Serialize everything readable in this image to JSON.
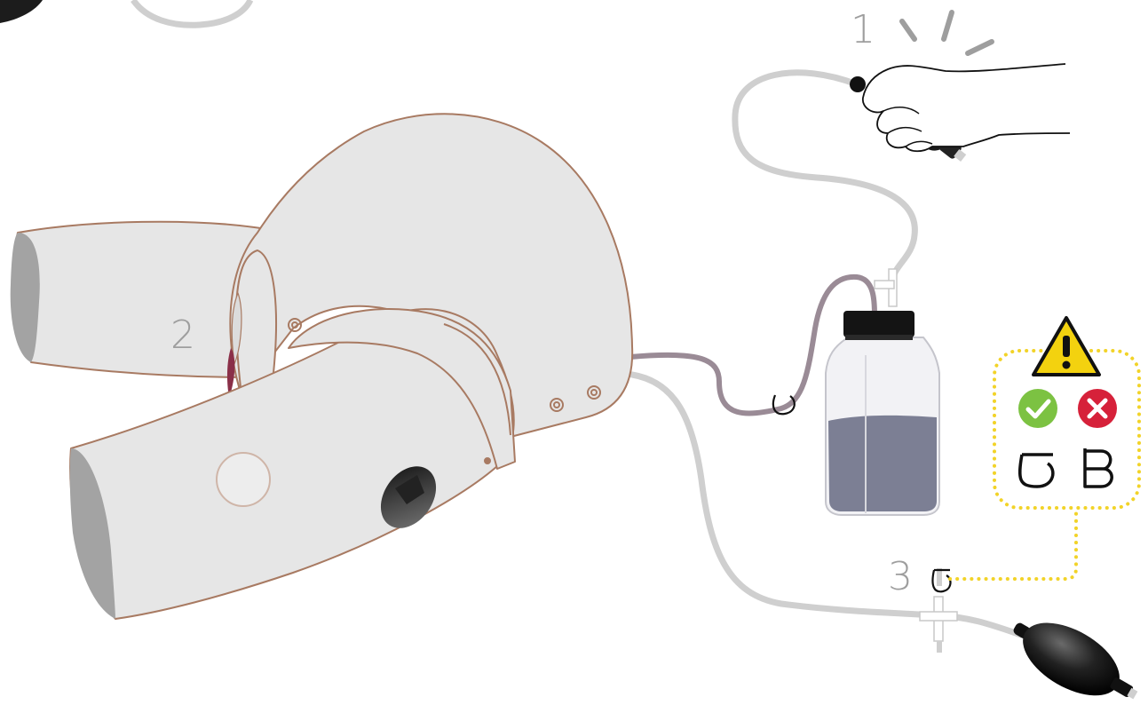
{
  "steps": {
    "step1": "1",
    "step2": "2",
    "step3": "3"
  },
  "colors": {
    "skin": "#e6e6e6",
    "outline": "#a87a62",
    "tube": "#cfcfcf",
    "fluid_tube": "#9a8b96",
    "fluid": "#7c7f94",
    "bleed": "#8a2f48",
    "warning": "#f3d20f",
    "ok": "#7cc242",
    "bad": "#d6213a",
    "callout_dots": "#f2d328"
  },
  "icons": {
    "warning": "warning-triangle-icon",
    "ok": "check-circle-icon",
    "bad": "cross-circle-icon",
    "clamp_open": "open-clamp-icon",
    "clamp_closed": "closed-clamp-icon"
  }
}
